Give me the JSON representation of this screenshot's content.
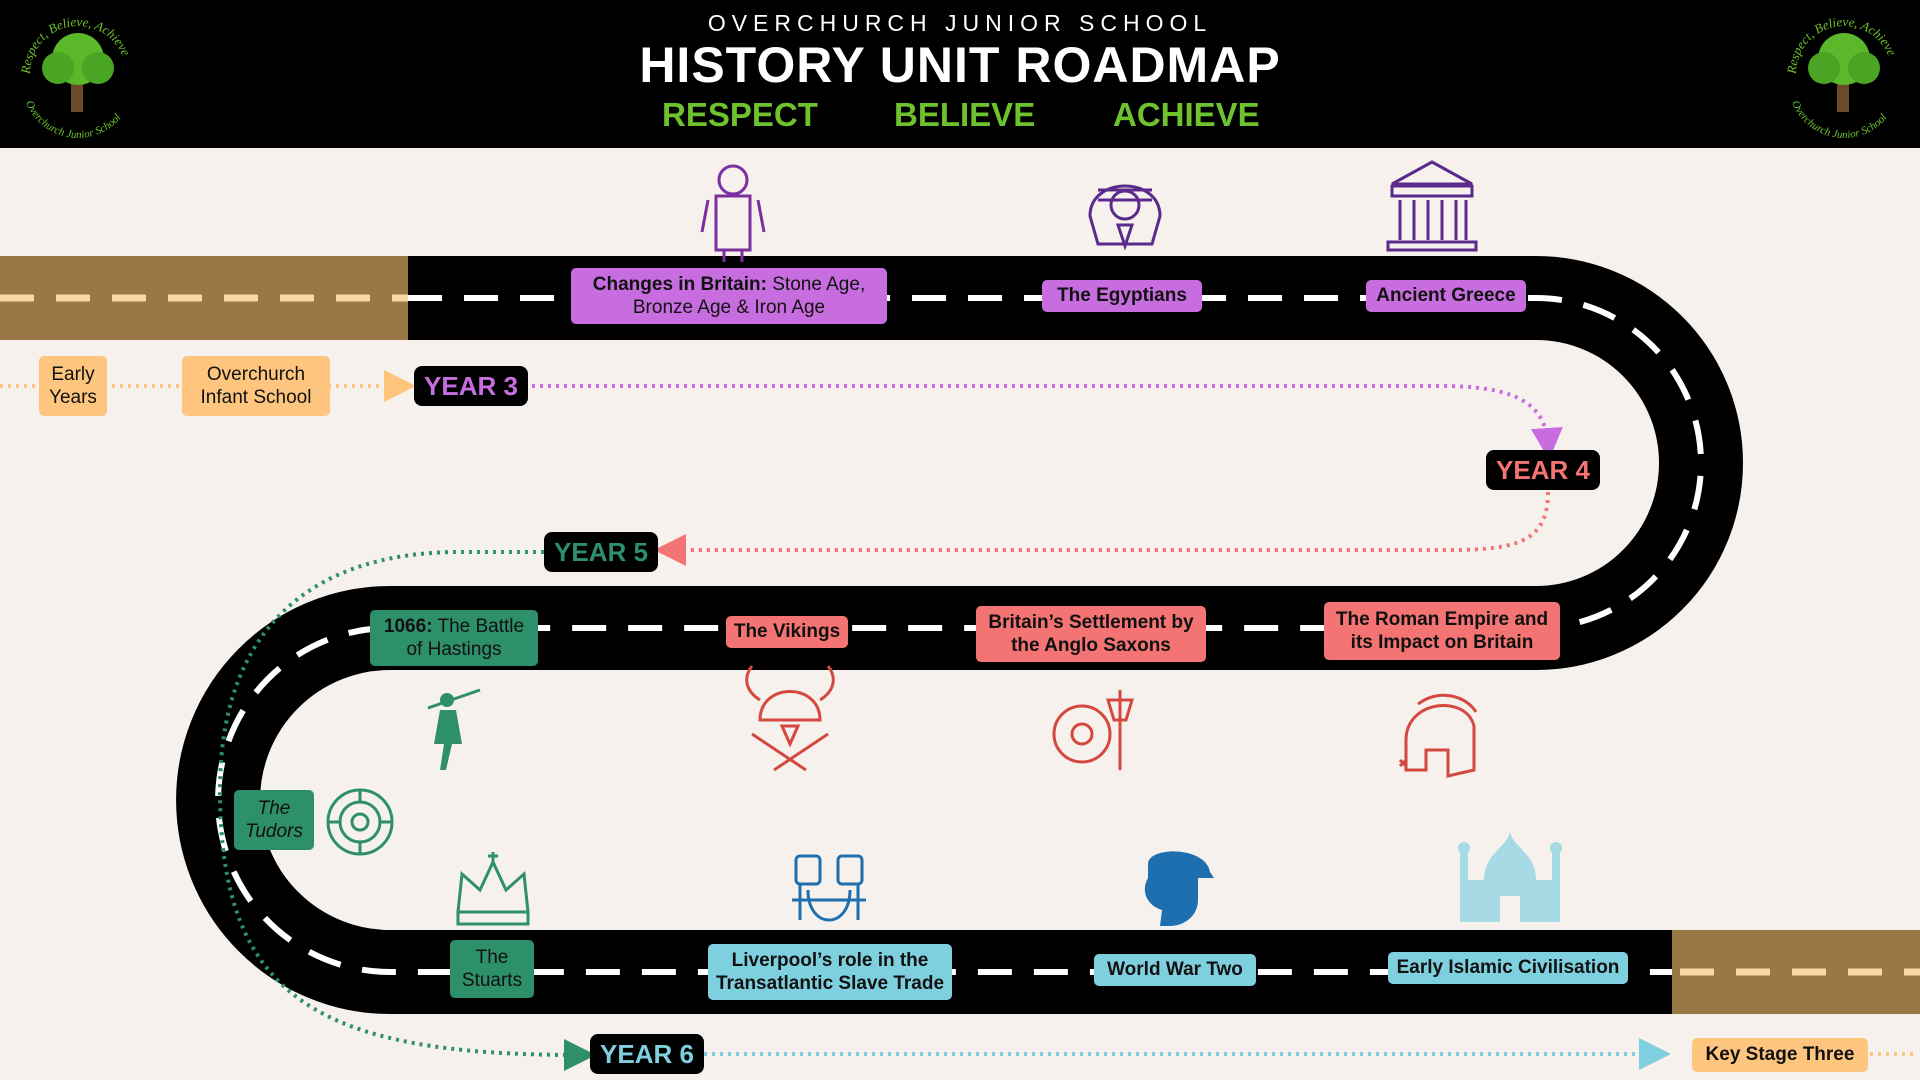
{
  "header": {
    "school_name": "OVERCHURCH JUNIOR SCHOOL",
    "title": "HISTORY UNIT ROADMAP",
    "mottos": [
      "RESPECT",
      "BELIEVE",
      "ACHIEVE"
    ]
  },
  "logo": {
    "arc_text": "Respect, Believe, Achieve",
    "bottom_text": "Overchurch Junior School"
  },
  "start": {
    "early_years": "Early Years",
    "infant_school": "Overchurch Infant School"
  },
  "years": {
    "y3": "YEAR 3",
    "y4": "YEAR 4",
    "y5": "YEAR 5",
    "y6": "YEAR 6"
  },
  "units": {
    "stone_age_bold": "Changes in Britain:",
    "stone_age_rest": "Stone Age, Bronze Age & Iron Age",
    "egyptians": "The Egyptians",
    "greece": "Ancient Greece",
    "roman": "The Roman Empire and its Impact on Britain",
    "anglo_saxons": "Britain’s Settlement by the Anglo Saxons",
    "vikings": "The Vikings",
    "hastings_bold": "1066:",
    "hastings_rest": "The Battle of Hastings",
    "tudors": "The Tudors",
    "stuarts": "The Stuarts",
    "slave_trade": "Liverpool’s role in the Transatlantic Slave Trade",
    "ww2": "World War Two",
    "islamic": "Early Islamic Civilisation"
  },
  "end": {
    "ks3": "Key Stage Three"
  },
  "colors": {
    "year3": "#c86de0",
    "year4": "#f47373",
    "year5": "#2e8f6b",
    "year6": "#7fd0de",
    "start": "#fdc57e",
    "road": "#000000",
    "dirt": "#9a7845",
    "motto": "#6dc22e"
  },
  "icons": {
    "year3": [
      "caveman-icon",
      "pharaoh-icon",
      "greek-temple-icon"
    ],
    "year4": [
      "roman-helmet-icon",
      "anglo-saxon-shield-icon",
      "viking-helmet-icon"
    ],
    "year5": [
      "norman-soldier-icon",
      "tudor-rose-icon"
    ],
    "year6": [
      "crown-icon",
      "chained-fists-icon",
      "soldier-helmet-icon",
      "mosque-icon"
    ]
  }
}
